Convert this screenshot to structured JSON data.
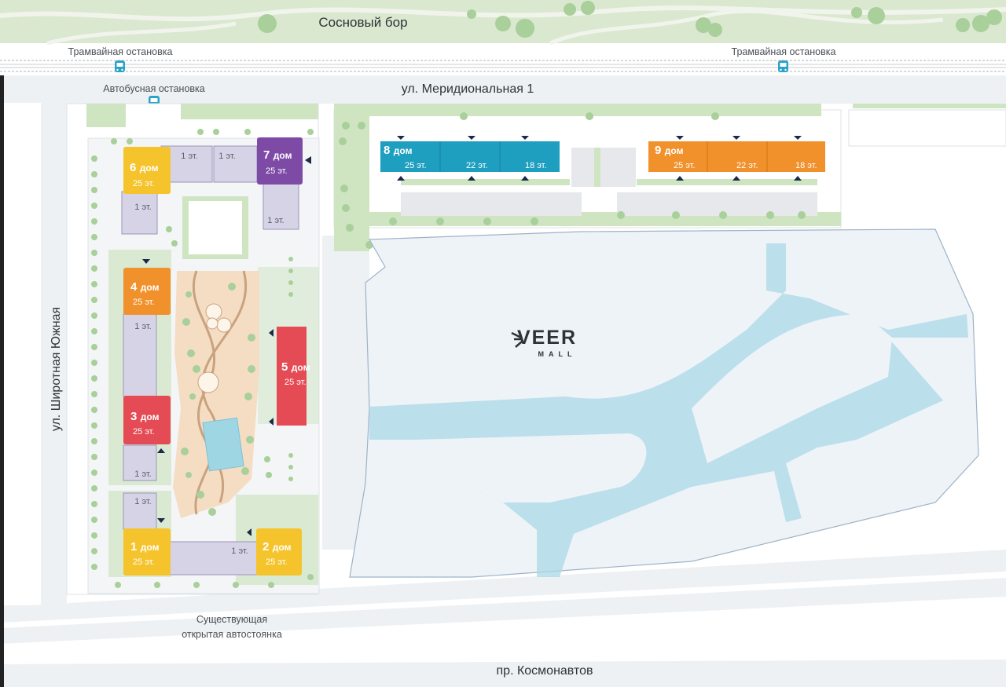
{
  "forest": {
    "name": "Сосновый бор"
  },
  "streets": {
    "meridionalnaya": "ул. Меридиональная 1",
    "shirotnaya": "ул. Широтная Южная",
    "kosmonavtov": "пр. Космонавтов"
  },
  "stops": {
    "tram_left": "Трамвайная остановка",
    "tram_right": "Трамвайная остановка",
    "bus": "Автобусная остановка"
  },
  "parking": {
    "line1": "Существующая",
    "line2": "открытая автостоянка"
  },
  "mall": {
    "name": "VEER",
    "sub": "MALL"
  },
  "colors": {
    "yellow": "#f5c42c",
    "purple": "#7d4aa6",
    "orange": "#f0912c",
    "red": "#e44b55",
    "teal": "#1f9fc0",
    "annex": "#d7d3e6",
    "green": "#cfe5c2",
    "water": "#a9d8e7",
    "mall_fill": "#eef3f8"
  },
  "buildings": [
    {
      "id": "b1",
      "num": "1",
      "dom": "дом",
      "floors": "25 эт.",
      "color": "yellow"
    },
    {
      "id": "b2",
      "num": "2",
      "dom": "дом",
      "floors": "25 эт.",
      "color": "yellow"
    },
    {
      "id": "b3",
      "num": "3",
      "dom": "дом",
      "floors": "25 эт.",
      "color": "red"
    },
    {
      "id": "b4",
      "num": "4",
      "dom": "дом",
      "floors": "25 эт.",
      "color": "orange"
    },
    {
      "id": "b5",
      "num": "5",
      "dom": "дом",
      "floors": "25 эт.",
      "color": "red"
    },
    {
      "id": "b6",
      "num": "6",
      "dom": "дом",
      "floors": "25 эт.",
      "color": "yellow"
    },
    {
      "id": "b7",
      "num": "7",
      "dom": "дом",
      "floors": "25 эт.",
      "color": "purple"
    },
    {
      "id": "b8",
      "num": "8",
      "dom": "дом",
      "floors": "25 эт.",
      "sections": [
        "22 эт.",
        "18 эт."
      ],
      "color": "teal"
    },
    {
      "id": "b9",
      "num": "9",
      "dom": "дом",
      "floors": "25 эт.",
      "sections": [
        "22 эт.",
        "18 эт."
      ],
      "color": "orange"
    }
  ],
  "annex_label": "1 эт."
}
